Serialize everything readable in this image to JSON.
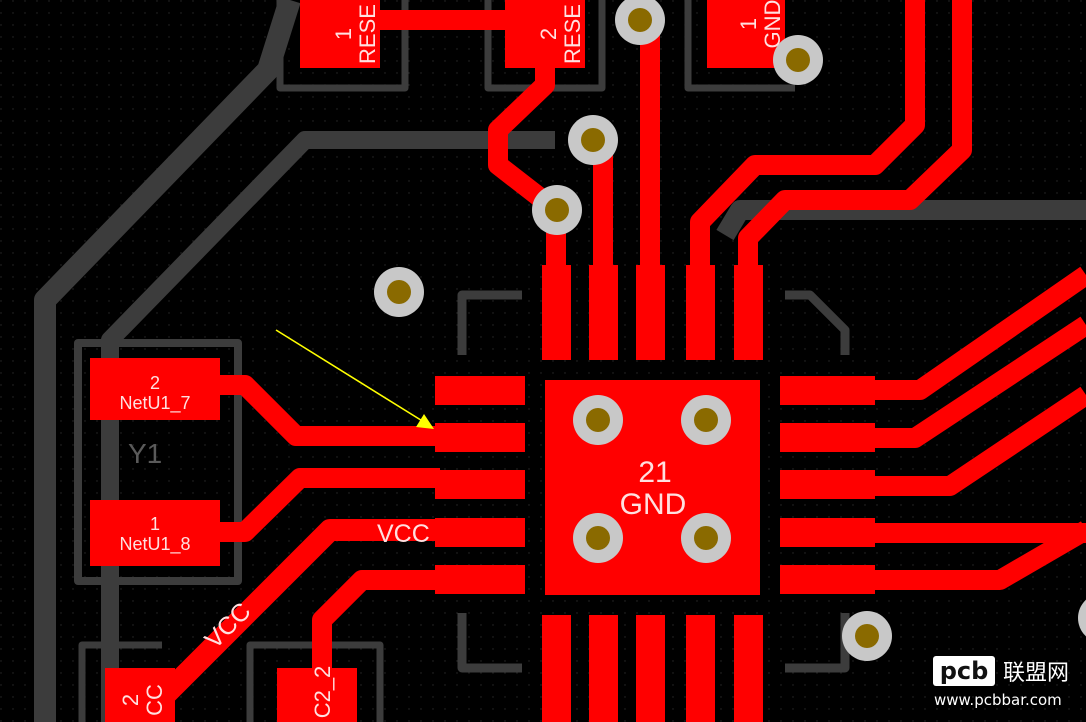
{
  "colors": {
    "background": "#000000",
    "copper": "#ff0000",
    "silkscreen": "#3c3c3c",
    "via_ring": "#c8c8c8",
    "via_hole": "#8a6a00",
    "pad_text": "#ffe0e0",
    "annotation_arrow": "#ffff00"
  },
  "pads": {
    "reset_1": {
      "number": "1",
      "net": "RESE"
    },
    "reset_2": {
      "number": "2",
      "net": "RESE"
    },
    "gnd_top": {
      "number": "1",
      "net": "GND"
    },
    "y1_pad_2": {
      "number": "2",
      "net": "NetU1_7"
    },
    "y1_pad_1": {
      "number": "1",
      "net": "NetU1_8"
    },
    "ic_center": {
      "number": "21",
      "net": "GND"
    },
    "cap_left": {
      "number": "2",
      "net": "CC"
    },
    "cap_right": {
      "number": "C2_2"
    }
  },
  "components": {
    "crystal_designator": "Y1"
  },
  "traces": {
    "vcc_horizontal": "VCC",
    "vcc_diagonal": "VCC"
  },
  "watermark": {
    "logo_text": "pcb",
    "chinese_text": "联盟网",
    "url": "www.pcbbar.com"
  }
}
